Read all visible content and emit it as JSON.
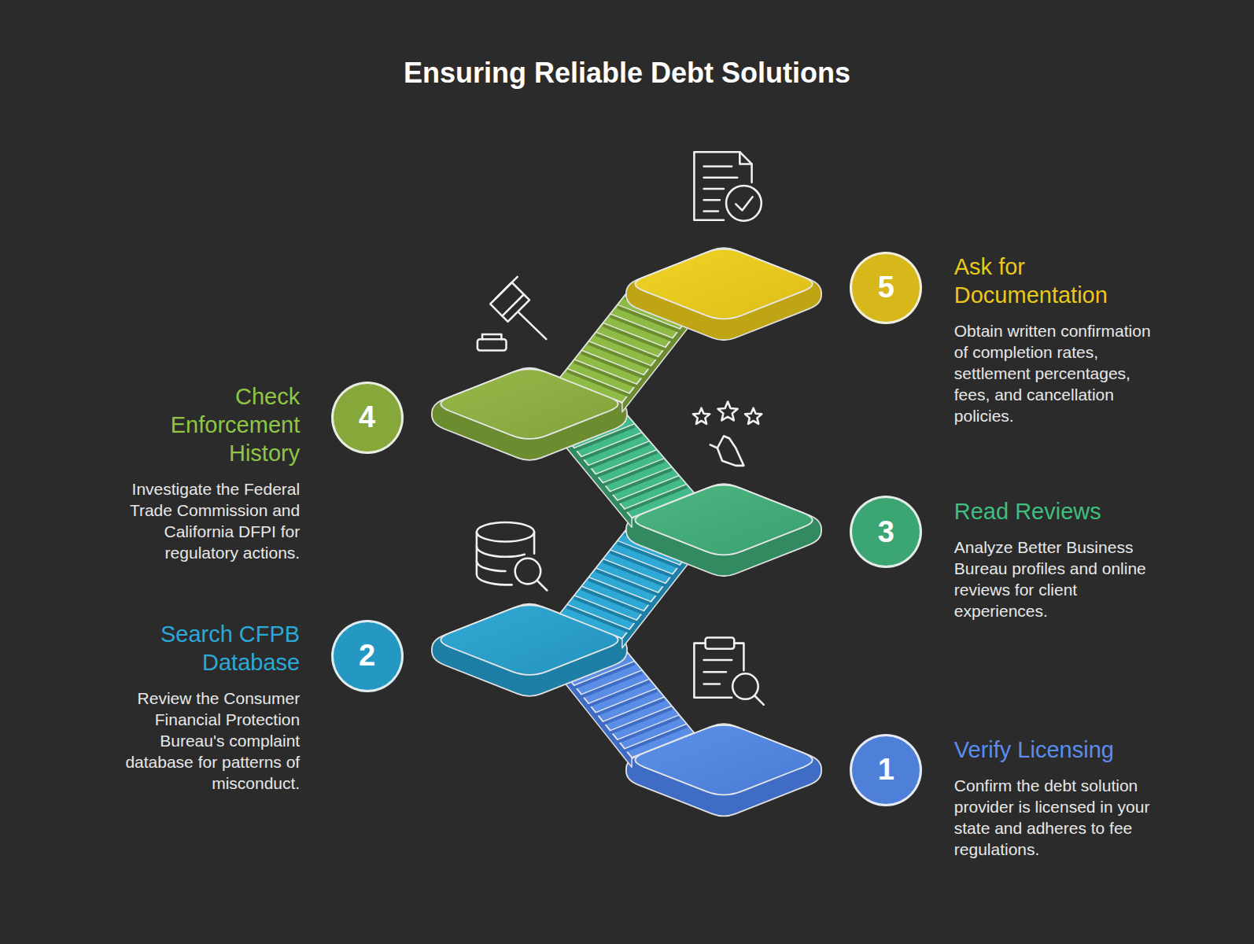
{
  "diagram": {
    "title": "Ensuring Reliable Debt Solutions",
    "nodes": [
      {
        "text": [
          "1",
          "Verify Licensing",
          "Confirm the debt solution provider is licensed in your state and adheres to fee regulations."
        ]
      },
      {
        "text": [
          "2",
          "Search CFPB Database",
          "Review the Consumer Financial Protection Bureau's complaint database for patterns of misconduct."
        ]
      },
      {
        "text": [
          "3",
          "Read Reviews",
          "Analyze Better Business Bureau profiles and online reviews for client experiences."
        ]
      },
      {
        "text": [
          "4",
          "Check Enforcement History",
          "Investigate the Federal Trade Commission and California DFPI for regulatory actions."
        ]
      },
      {
        "text": [
          "5",
          "Ask for Documentation",
          "Obtain written confirmation of completion rates, settlement percentages, fees, and cancellation policies."
        ]
      }
    ]
  }
}
